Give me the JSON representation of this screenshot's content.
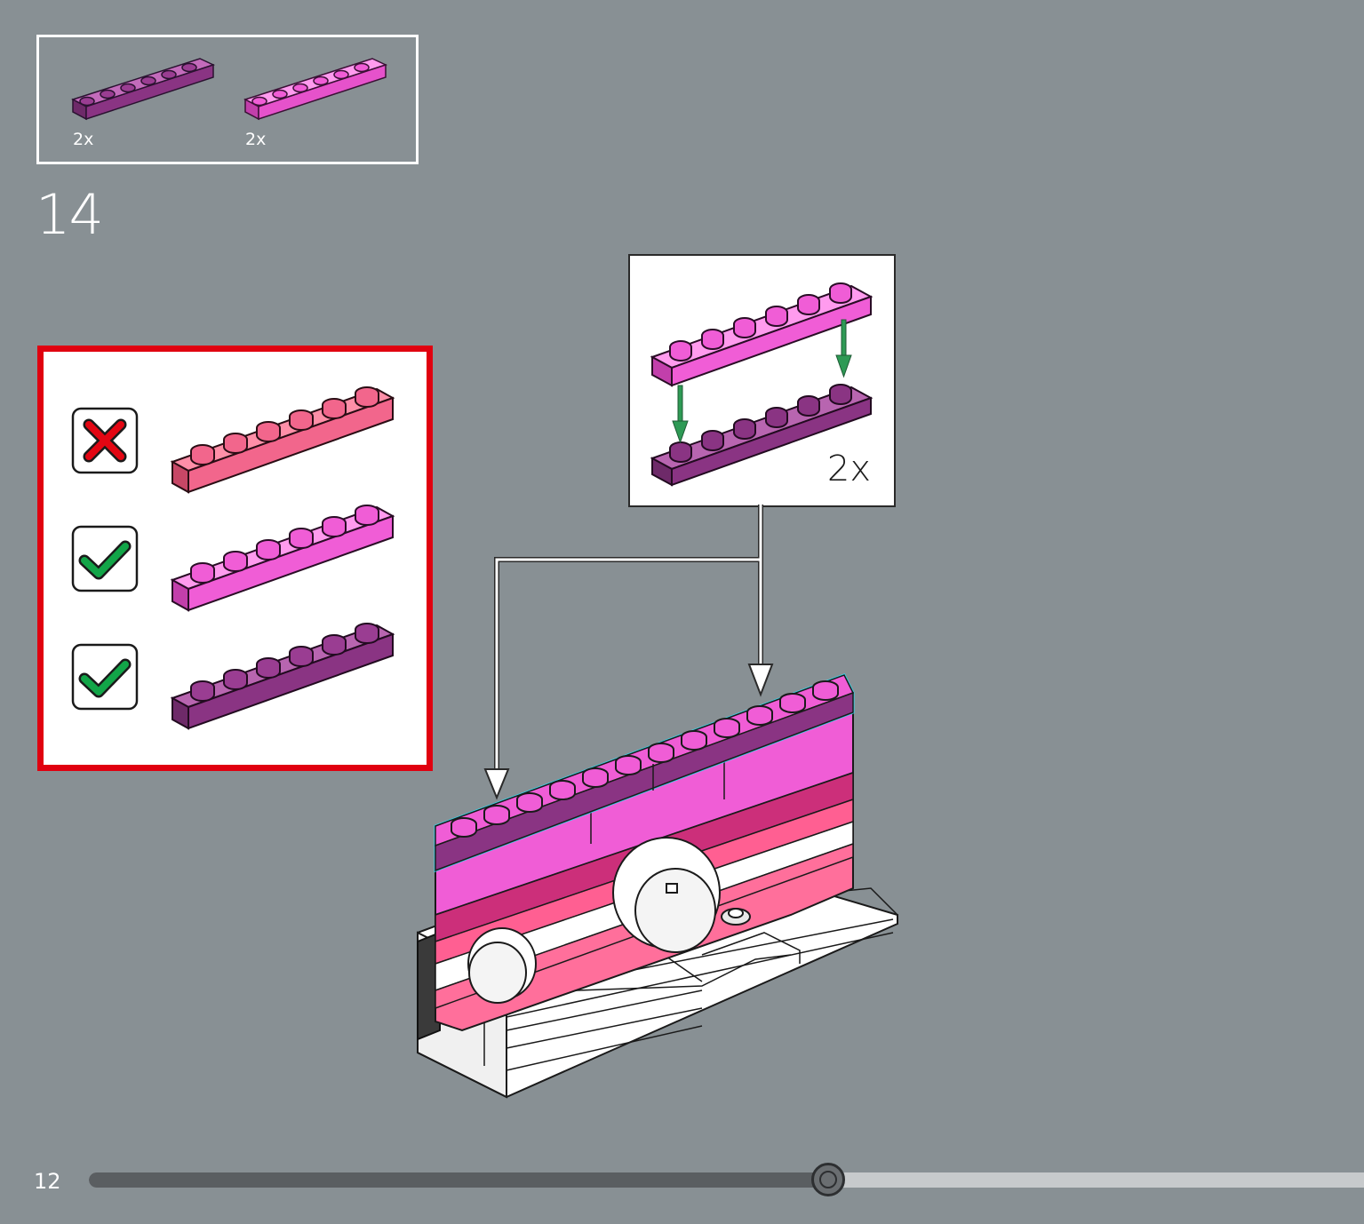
{
  "parts_list": {
    "items": [
      {
        "quantity": "2x",
        "part": "plate-1x6",
        "color": "#9a3d92"
      },
      {
        "quantity": "2x",
        "part": "plate-1x6",
        "color": "#f05dd6"
      }
    ]
  },
  "step": {
    "number": "14"
  },
  "color_guide": {
    "options": [
      {
        "status": "incorrect",
        "icon": "red-x-icon",
        "color": "#f2668c"
      },
      {
        "status": "correct",
        "icon": "green-check-icon",
        "color": "#f05dd6"
      },
      {
        "status": "correct",
        "icon": "green-check-icon",
        "color": "#9a3d92"
      }
    ],
    "status_colors": {
      "incorrect": "#e30613",
      "correct": "#12a548"
    }
  },
  "sub_assembly": {
    "quantity": "2x",
    "arrow_color": "#2e9a55"
  },
  "footer": {
    "page_number": "12",
    "progress_fraction": 0.58
  }
}
